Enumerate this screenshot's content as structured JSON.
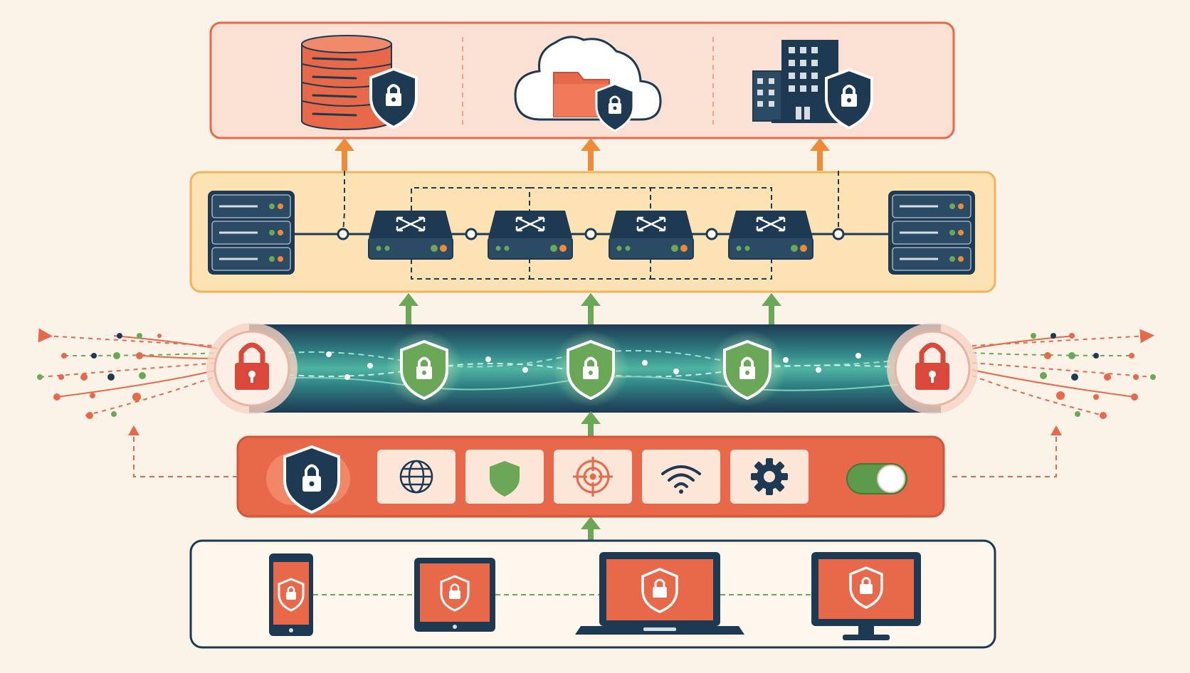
{
  "colors": {
    "background": "#fbf3e8",
    "navy": "#1d3a52",
    "coral": "#e8684a",
    "coral_light": "#fbe1d3",
    "amber": "#f2b35c",
    "amber_light": "#fde3b4",
    "green": "#6aa857",
    "teal": "#3f9c8c",
    "card": "#fbe6d8"
  },
  "layers": [
    {
      "id": "data-destinations",
      "icons": [
        "database-icon",
        "cloud-folder-icon",
        "office-building-icon"
      ],
      "badge": "shield-lock-icon"
    },
    {
      "id": "network-fabric",
      "icons": [
        "server-rack-icon",
        "network-switch-icon",
        "network-switch-icon",
        "network-switch-icon",
        "network-switch-icon",
        "server-rack-icon"
      ]
    },
    {
      "id": "encrypted-tunnel",
      "icons": [
        "padlock-icon",
        "shield-lock-icon",
        "shield-lock-icon",
        "shield-lock-icon",
        "padlock-icon"
      ]
    },
    {
      "id": "security-controls",
      "icons": [
        "shield-lock-icon",
        "globe-icon",
        "shield-icon",
        "target-icon",
        "wifi-icon",
        "gear-icon",
        "toggle-switch-icon"
      ],
      "toggle_on": true
    },
    {
      "id": "endpoint-devices",
      "icons": [
        "smartphone-icon",
        "tablet-icon",
        "laptop-icon",
        "desktop-monitor-icon"
      ],
      "badge": "shield-lock-icon"
    }
  ]
}
